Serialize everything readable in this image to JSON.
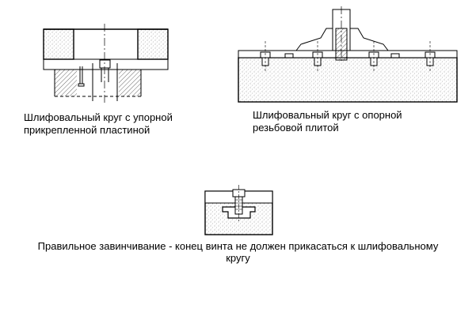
{
  "diagram": {
    "captions": {
      "wheel_with_attached_plate": [
        "Шлифовальный круг с упорной",
        "прикрепленной  пластиной"
      ],
      "wheel_with_threaded_plate": [
        "Шлифовальный круг с опорной",
        "резьбовой плитой"
      ],
      "correct_tightening": [
        "Правильное завинчивание - конец винта не должен прикасаться к шлифовальному",
        "кругу"
      ]
    },
    "colors": {
      "line": "#000000",
      "abrasive_hatch": "#9a9a9a",
      "background": "#ffffff"
    }
  }
}
